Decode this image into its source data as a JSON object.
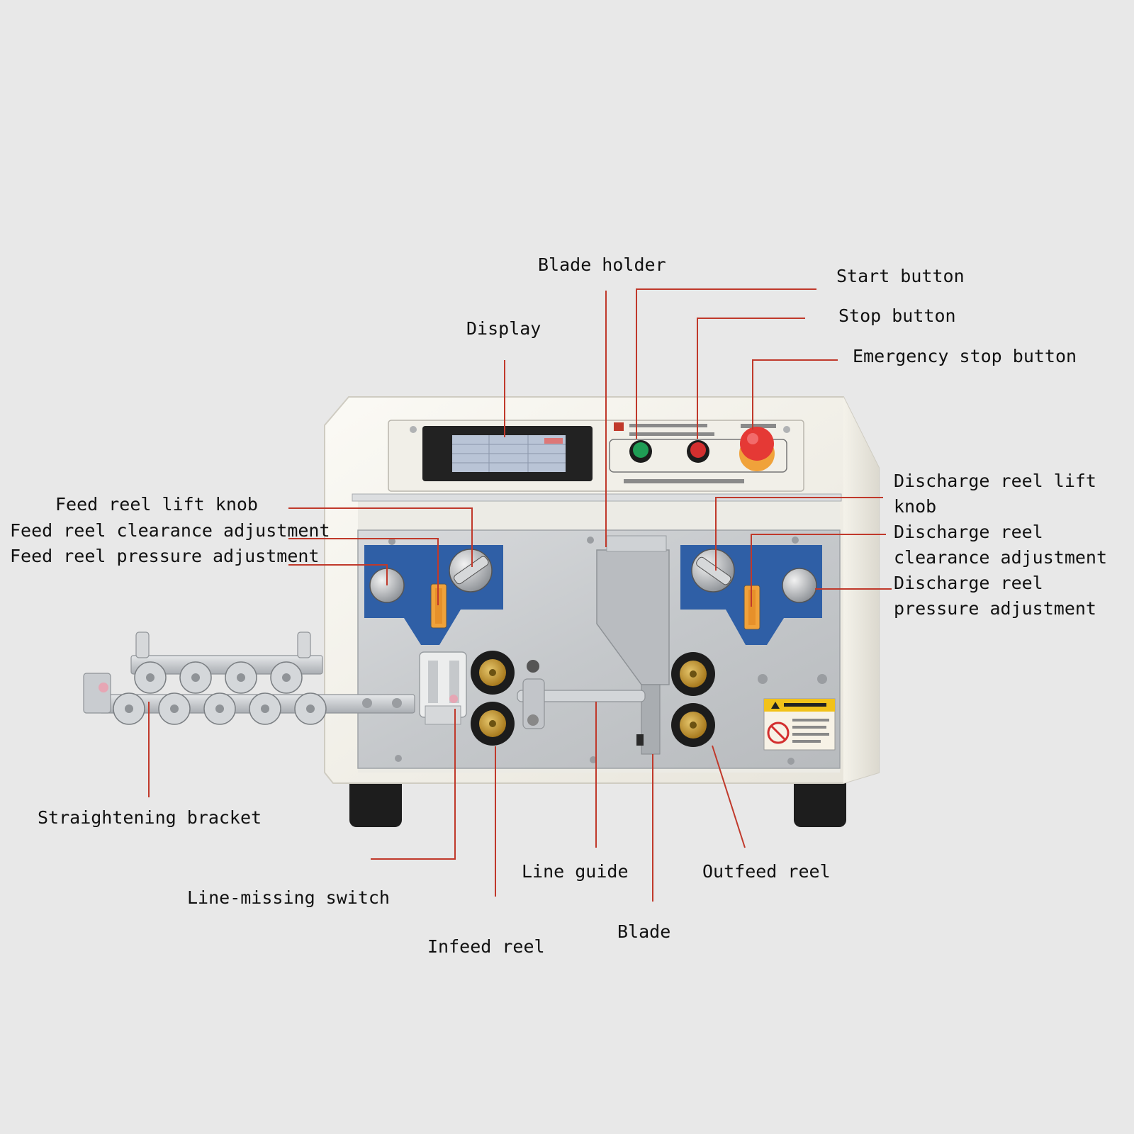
{
  "labels": {
    "blade_holder": "Blade holder",
    "start_button": "Start button",
    "stop_button": "Stop button",
    "emergency_stop_button": "Emergency stop button",
    "display": "Display",
    "feed_reel_lift_knob": "Feed reel lift knob",
    "feed_reel_clearance_adjustment": "Feed reel clearance adjustment",
    "feed_reel_pressure_adjustment": "Feed reel pressure adjustment",
    "discharge_reel_lift_knob": [
      "Discharge reel lift",
      "knob"
    ],
    "discharge_reel_clearance_adjustment": [
      "Discharge reel",
      "clearance adjustment"
    ],
    "discharge_reel_pressure_adjustment": [
      "Discharge reel",
      "pressure adjustment"
    ],
    "straightening_bracket": "Straightening bracket",
    "line_missing_switch": "Line-missing switch",
    "infeed_reel": "Infeed reel",
    "line_guide": "Line guide",
    "blade": "Blade",
    "outfeed_reel": "Outfeed reel"
  },
  "colors": {
    "background": "#e8e8e8",
    "leader_line": "#c0392b",
    "machine_body": "#f4f2ea",
    "panel_blue": "#2f5fa6",
    "start_green": "#1f9d55",
    "stop_red": "#d32f2f",
    "emergency_red": "#e53935"
  }
}
